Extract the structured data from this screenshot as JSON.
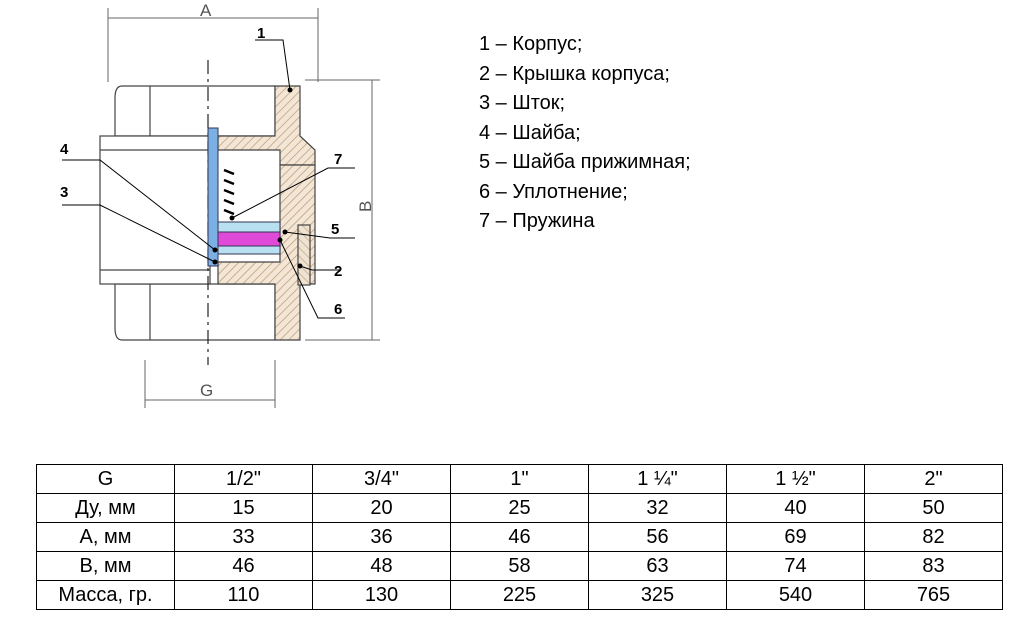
{
  "diagram": {
    "dimensions": {
      "a": "A",
      "b": "B",
      "g": "G"
    },
    "callouts": [
      "1",
      "2",
      "3",
      "4",
      "5",
      "6",
      "7"
    ]
  },
  "legend": [
    "1 – Корпус;",
    "2 – Крышка корпуса;",
    "3 – Шток;",
    "4 – Шайба;",
    "5 – Шайба прижимная;",
    "6 – Уплотнение;",
    "7 – Пружина"
  ],
  "table": {
    "rows": [
      [
        "G",
        "1/2\"",
        "3/4\"",
        "1\"",
        "1 ¼\"",
        "1 ½\"",
        "2\""
      ],
      [
        "Ду, мм",
        "15",
        "20",
        "25",
        "32",
        "40",
        "50"
      ],
      [
        "А, мм",
        "33",
        "36",
        "46",
        "56",
        "69",
        "82"
      ],
      [
        "В, мм",
        "46",
        "48",
        "58",
        "63",
        "74",
        "83"
      ],
      [
        "Масса, гр.",
        "110",
        "130",
        "225",
        "325",
        "540",
        "765"
      ]
    ]
  },
  "colors": {
    "body_fill": "#f3e6d6",
    "hatch": "#b89a72",
    "stem": "#7ab0e4",
    "seal": "#e04ad8",
    "washer": "#b8e0f0"
  }
}
